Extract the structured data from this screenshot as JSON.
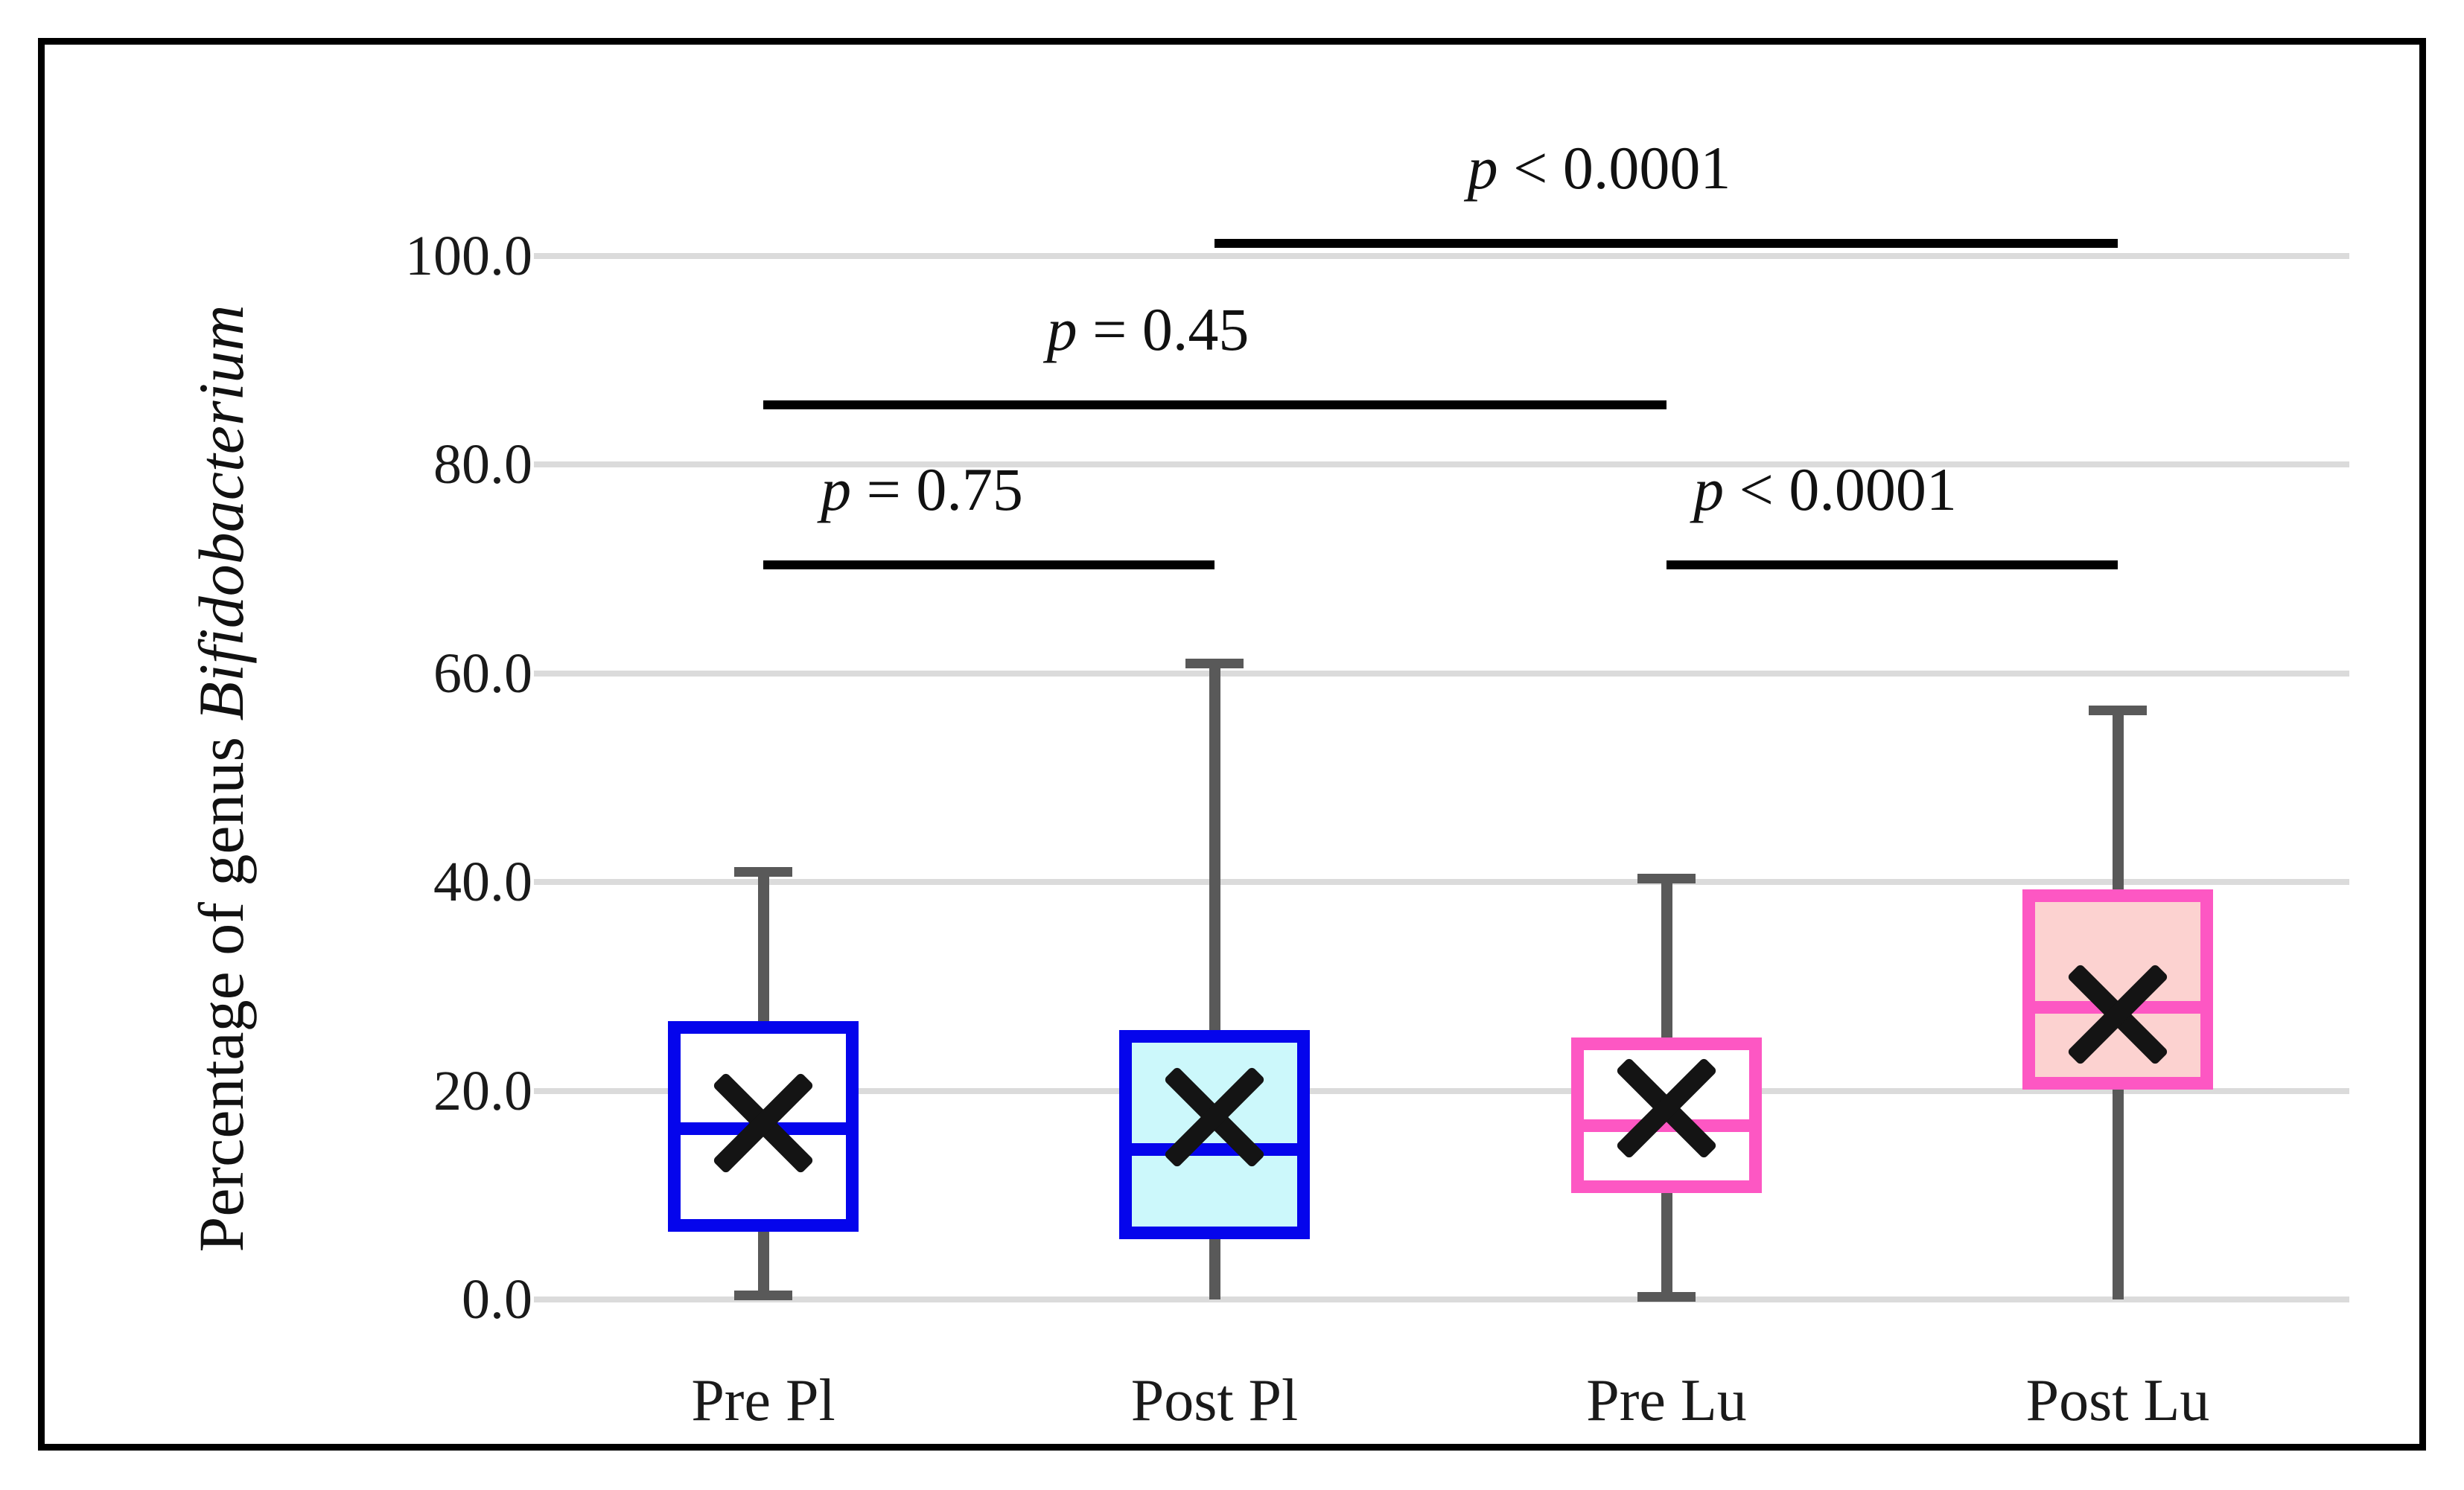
{
  "figure": {
    "y_axis": {
      "title_prefix": "Percentage of genus ",
      "title_italic": "Bifidobacterium",
      "ticks": [
        {
          "label": "100.0",
          "value": 100
        },
        {
          "label": "80.0",
          "value": 80
        },
        {
          "label": "60.0",
          "value": 60
        },
        {
          "label": "40.0",
          "value": 40
        },
        {
          "label": "20.0",
          "value": 20
        },
        {
          "label": "0.0",
          "value": 0
        }
      ]
    },
    "x_axis": {
      "categories": [
        "Pre Pl",
        "Post Pl",
        "Pre Lu",
        "Post Lu"
      ]
    }
  },
  "chart_data": {
    "type": "boxplot",
    "title": "",
    "xlabel": "",
    "ylabel": "Percentage of genus Bifidobacterium",
    "ylim": [
      0,
      100
    ],
    "yticks": [
      0,
      20,
      40,
      60,
      80,
      100
    ],
    "grid": "horizontal",
    "categories": [
      "Pre Pl",
      "Post Pl",
      "Pre Lu",
      "Post Lu"
    ],
    "series": [
      {
        "name": "Pre Pl",
        "min": 0.4,
        "q1": 6.5,
        "median": 16.4,
        "mean": 16.9,
        "q3": 26.7,
        "max": 41.0,
        "fill": "#FFFFFF",
        "stroke": "#0505EC",
        "min_cap": true,
        "max_cap": true
      },
      {
        "name": "Post Pl",
        "min": 0.0,
        "q1": 5.8,
        "median": 14.4,
        "mean": 17.5,
        "q3": 25.8,
        "max": 61.0,
        "fill": "#CCF8FB",
        "stroke": "#0505EC",
        "min_cap": false,
        "max_cap": true
      },
      {
        "name": "Pre Lu",
        "min": 0.3,
        "q1": 10.2,
        "median": 16.7,
        "mean": 18.3,
        "q3": 25.1,
        "max": 40.4,
        "fill": "#FFFFFF",
        "stroke": "#FD57C3",
        "min_cap": true,
        "max_cap": true
      },
      {
        "name": "Post Lu",
        "min": 0.0,
        "q1": 20.1,
        "median": 28.0,
        "mean": 27.3,
        "q3": 39.3,
        "max": 56.5,
        "fill": "#FCD2D0",
        "stroke": "#FD57C3",
        "min_cap": false,
        "max_cap": true
      }
    ],
    "annotations": [
      {
        "from": "Pre Pl",
        "to": "Post Pl",
        "height": 70.0,
        "label": "p = 0.75"
      },
      {
        "from": "Pre Lu",
        "to": "Post Lu",
        "height": 70.0,
        "label": "p < 0.0001"
      },
      {
        "from": "Pre Pl",
        "to": "Pre Lu",
        "height": 85.3,
        "label": "p = 0.45"
      },
      {
        "from": "Post Pl",
        "to": "Post Lu",
        "height": 100.8,
        "label": "p < 0.0001"
      }
    ],
    "colors": {
      "gridline": "#DBDBDB",
      "whisker": "#595959",
      "mean_marker": "#141414",
      "significance_bar": "#000000",
      "text": "#1A1A1A",
      "frame": "#000000",
      "blue_stroke": "#0505EC",
      "cyan_fill": "#CCF8FB",
      "pink_stroke": "#FD57C3",
      "pink_fill": "#FCD2D0"
    },
    "legend": null
  }
}
